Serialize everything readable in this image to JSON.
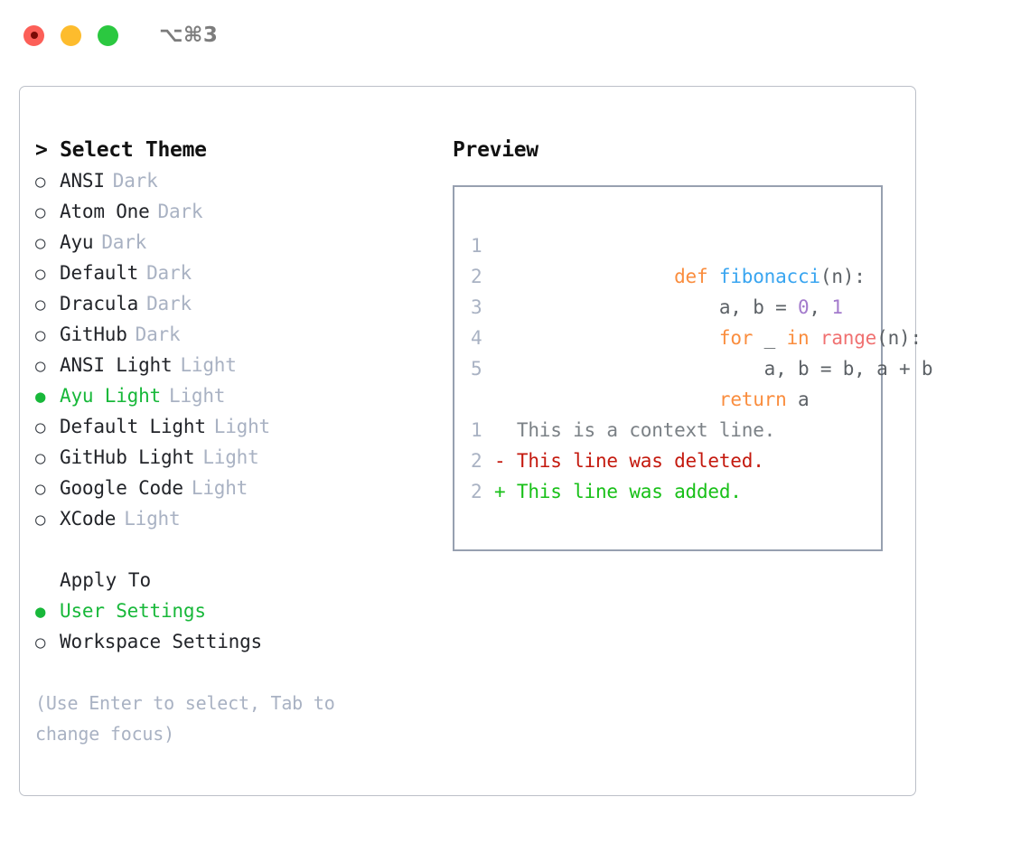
{
  "titlebar": {
    "shortcut": "⌥⌘3",
    "lights": [
      {
        "name": "close",
        "color": "#fc5f58"
      },
      {
        "name": "minimize",
        "color": "#fdbc2d"
      },
      {
        "name": "maximize",
        "color": "#2bc840"
      }
    ]
  },
  "theme_picker": {
    "heading": "> Select Theme",
    "selected_bullet": "●",
    "unselected_bullet": "○",
    "items": [
      {
        "bullet": "○",
        "name": "ANSI",
        "badge": "Dark",
        "selected": false
      },
      {
        "bullet": "○",
        "name": "Atom One",
        "badge": "Dark",
        "selected": false
      },
      {
        "bullet": "○",
        "name": "Ayu",
        "badge": "Dark",
        "selected": false
      },
      {
        "bullet": "○",
        "name": "Default",
        "badge": "Dark",
        "selected": false
      },
      {
        "bullet": "○",
        "name": "Dracula",
        "badge": "Dark",
        "selected": false
      },
      {
        "bullet": "○",
        "name": "GitHub",
        "badge": "Dark",
        "selected": false
      },
      {
        "bullet": "○",
        "name": "ANSI Light",
        "badge": "Light",
        "selected": false
      },
      {
        "bullet": "●",
        "name": "Ayu Light",
        "badge": "Light",
        "selected": true
      },
      {
        "bullet": "○",
        "name": "Default Light",
        "badge": "Light",
        "selected": false
      },
      {
        "bullet": "○",
        "name": "GitHub Light",
        "badge": "Light",
        "selected": false
      },
      {
        "bullet": "○",
        "name": "Google Code",
        "badge": "Light",
        "selected": false
      },
      {
        "bullet": "○",
        "name": "XCode",
        "badge": "Light",
        "selected": false
      }
    ]
  },
  "apply_to": {
    "heading": "Apply To",
    "items": [
      {
        "bullet": "●",
        "name": "User Settings",
        "selected": true
      },
      {
        "bullet": "○",
        "name": "Workspace Settings",
        "selected": false
      }
    ]
  },
  "hint": "(Use Enter to select, Tab to change focus)",
  "preview": {
    "label": "Preview",
    "code_lines": [
      {
        "lineno": "1",
        "tokens": [
          {
            "text": "def ",
            "kind": "kw"
          },
          {
            "text": "fibonacci",
            "kind": "fn"
          },
          {
            "text": "(n):",
            "kind": "pl"
          }
        ]
      },
      {
        "lineno": "2",
        "tokens": [
          {
            "text": "    a, b = ",
            "kind": "pl"
          },
          {
            "text": "0",
            "kind": "num"
          },
          {
            "text": ", ",
            "kind": "pl"
          },
          {
            "text": "1",
            "kind": "num"
          }
        ]
      },
      {
        "lineno": "3",
        "tokens": [
          {
            "text": "    ",
            "kind": "pl"
          },
          {
            "text": "for",
            "kind": "kw"
          },
          {
            "text": " _ ",
            "kind": "pl"
          },
          {
            "text": "in",
            "kind": "kw"
          },
          {
            "text": " ",
            "kind": "pl"
          },
          {
            "text": "range",
            "kind": "bi"
          },
          {
            "text": "(n):",
            "kind": "pl"
          }
        ]
      },
      {
        "lineno": "4",
        "tokens": [
          {
            "text": "        a, b = b, a + b",
            "kind": "pl"
          }
        ]
      },
      {
        "lineno": "5",
        "tokens": [
          {
            "text": "    ",
            "kind": "pl"
          },
          {
            "text": "return",
            "kind": "kw"
          },
          {
            "text": " a",
            "kind": "pl"
          }
        ]
      }
    ],
    "diff_lines": [
      {
        "lineno": "1",
        "marker": "  ",
        "text": "This is a context line.",
        "kind": "ctx"
      },
      {
        "lineno": "2",
        "marker": "- ",
        "text": "This line was deleted.",
        "kind": "del"
      },
      {
        "lineno": "2",
        "marker": "+ ",
        "text": "This line was added.",
        "kind": "add"
      }
    ]
  },
  "colors": {
    "accent_green": "#18b83a",
    "badge_gray": "#a9b2c3",
    "keyword_orange": "#fa8d3e",
    "function_blue": "#39a5f0",
    "number_purple": "#a37acc",
    "builtin_red": "#f07171",
    "diff_delete": "#c4190e",
    "diff_add": "#18c018",
    "panel_border": "#bcc0c8",
    "preview_border": "#97a0b0"
  }
}
